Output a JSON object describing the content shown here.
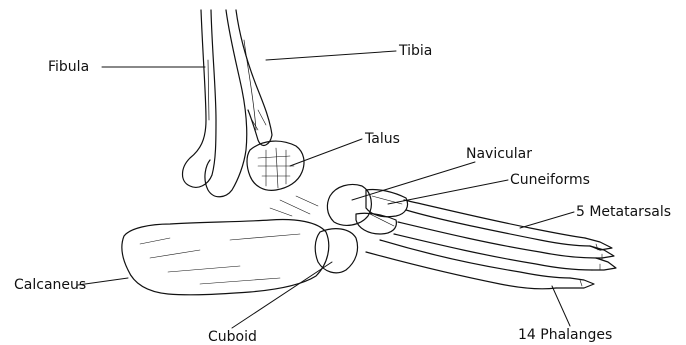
{
  "diagram": {
    "labels": {
      "fibula": "Fibula",
      "tibia": "Tibia",
      "talus": "Talus",
      "navicular": "Navicular",
      "cuneiforms": "Cuneiforms",
      "metatarsals": "5 Metatarsals",
      "calcaneus": "Calcaneus",
      "cuboid": "Cuboid",
      "phalanges": "14 Phalanges"
    },
    "colors": {
      "ink": "#111111",
      "background": "#ffffff"
    }
  }
}
